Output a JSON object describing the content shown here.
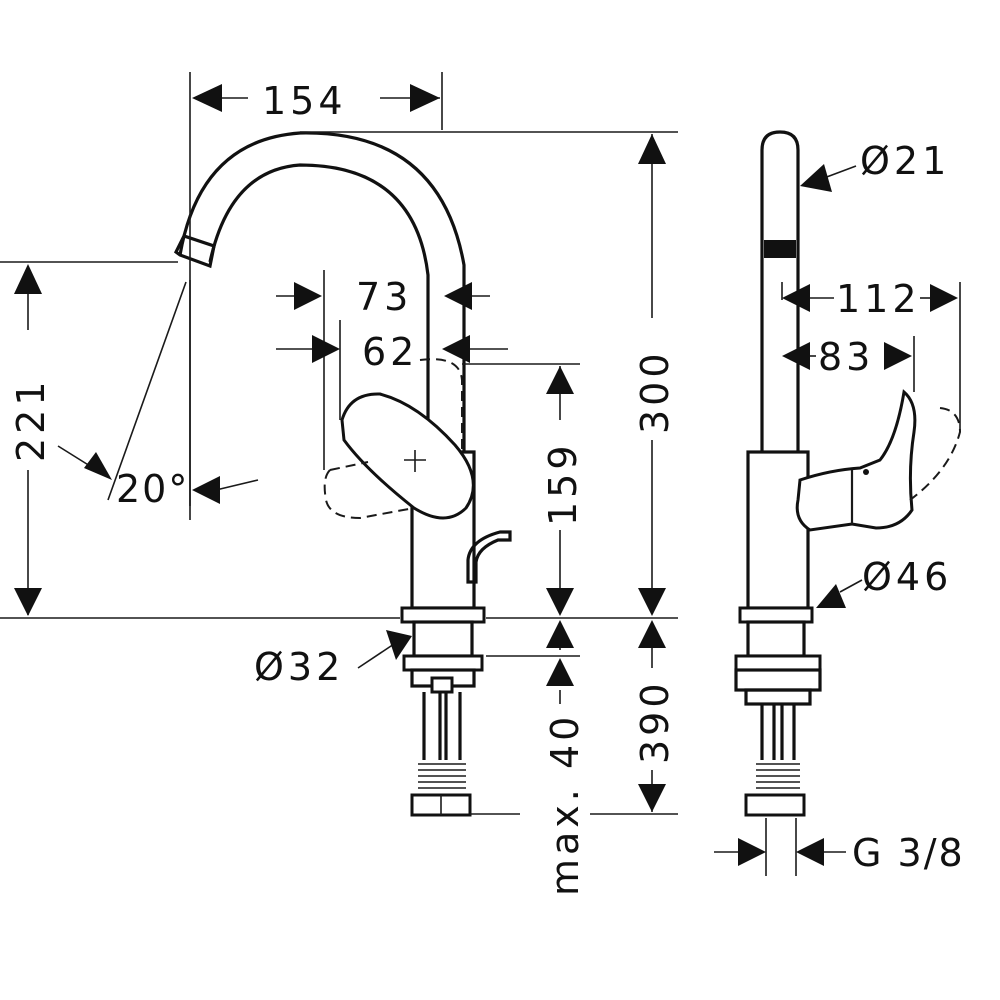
{
  "dimensions": {
    "width_154": "154",
    "reach_73": "73",
    "reach_62": "62",
    "height_221": "221",
    "height_300": "300",
    "height_159": "159",
    "angle_20": "20°",
    "dia_32": "Ø32",
    "max_40": "max. 40",
    "height_390": "390",
    "dia_21": "Ø21",
    "depth_112": "112",
    "depth_83": "83",
    "dia_46": "Ø46",
    "thread_g38": "G 3/8"
  }
}
